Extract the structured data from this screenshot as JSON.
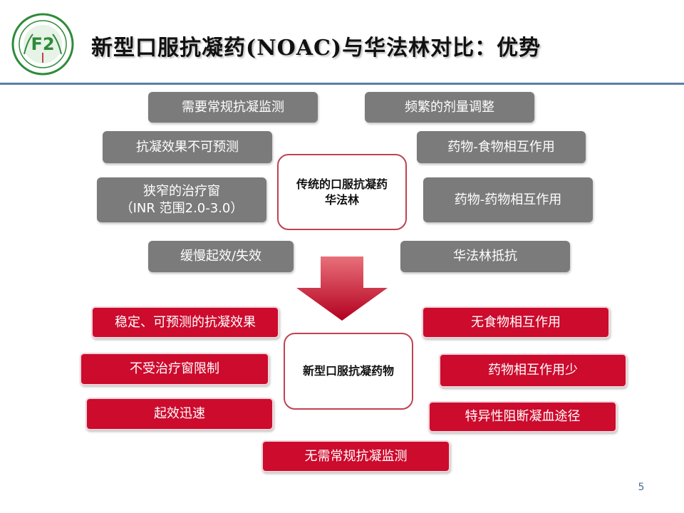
{
  "header": {
    "title": "新型口服抗凝药(NOAC)与华法林对比：优势",
    "logo_text": "F2"
  },
  "traditional": {
    "center_line1": "传统的口服抗凝药",
    "center_line2": "华法林",
    "issues": {
      "monitoring": "需要常规抗凝监测",
      "dose_adjust": "频繁的剂量调整",
      "unpredictable": "抗凝效果不可预测",
      "food_interaction": "药物-食物相互作用",
      "window_line1": "狭窄的治疗窗",
      "window_line2": "（INR 范围2.0-3.0）",
      "drug_interaction": "药物-药物相互作用",
      "slow_onset": "缓慢起效/失效",
      "resistance": "华法林抵抗"
    }
  },
  "noac": {
    "center": "新型口服抗凝药物",
    "advantages": {
      "stable": "稳定、可预测的抗凝效果",
      "no_food": "无食物相互作用",
      "no_window": "不受治疗窗限制",
      "less_drug": "药物相互作用少",
      "fast_onset": "起效迅速",
      "specific": "特异性阻断凝血途径",
      "no_monitoring": "无需常规抗凝监测"
    }
  },
  "colors": {
    "gray_box": "#7b7b7b",
    "red_box": "#cc0b2d",
    "center_border": "#c0424f",
    "arrow_top": "#e8707a",
    "arrow_bottom": "#b3001e",
    "rule": "#5b7fa6",
    "logo_green": "#2e8b3a"
  },
  "footer": {
    "page": "5"
  }
}
